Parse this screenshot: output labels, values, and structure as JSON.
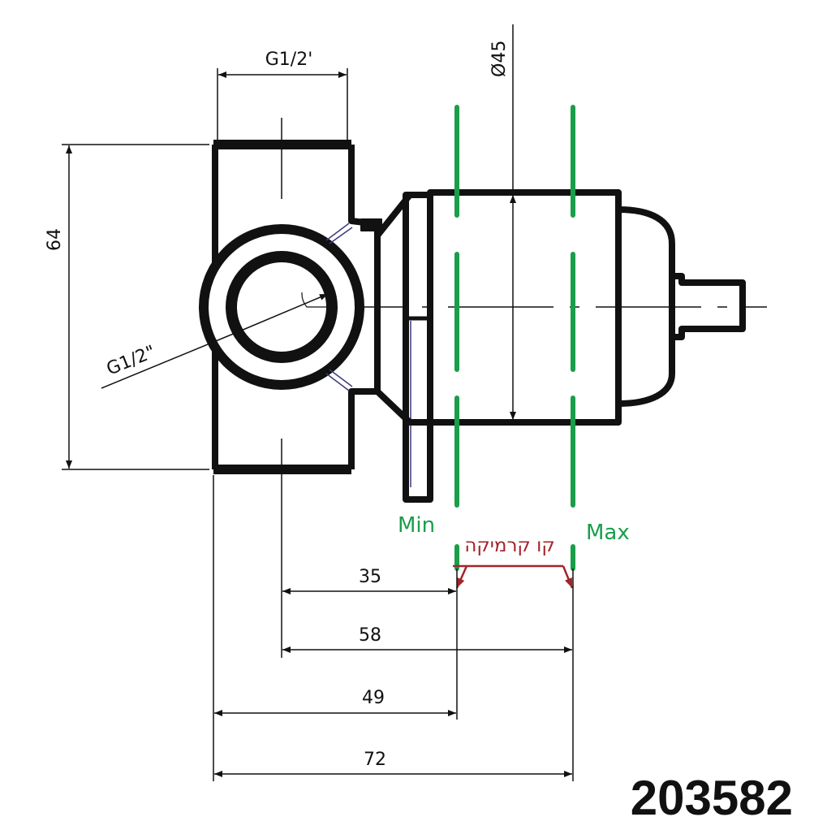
{
  "drawing": {
    "part_number": "203582",
    "colors": {
      "outline": "#111111",
      "install_range": "#1a9e4a",
      "tile_line": "#a3242b",
      "hidden": "#3b3a7a"
    },
    "labels": {
      "top_thread": "G1/2'",
      "side_thread": "G1/2\"",
      "height": "64",
      "diameter": "Ø45",
      "min": "Min",
      "max": "Max",
      "tile_line": "קו קרמיקה"
    },
    "dimensions": [
      {
        "label": "35"
      },
      {
        "label": "58"
      },
      {
        "label": "49"
      },
      {
        "label": "72"
      }
    ]
  }
}
